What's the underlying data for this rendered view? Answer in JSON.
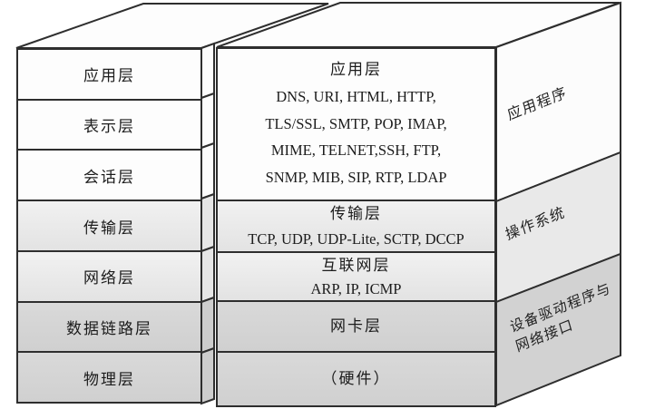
{
  "osi": {
    "layers": [
      "应用层",
      "表示层",
      "会话层",
      "传输层",
      "网络层",
      "数据链路层",
      "物理层"
    ]
  },
  "tcpip": {
    "app_title": "应用层",
    "app_lines": [
      "DNS, URI, HTML, HTTP,",
      "TLS/SSL, SMTP, POP, IMAP,",
      "MIME, TELNET,SSH, FTP,",
      "SNMP, MIB, SIP, RTP, LDAP"
    ],
    "transport_title": "传输层",
    "transport_line": "TCP, UDP, UDP-Lite, SCTP, DCCP",
    "internet_title": "互联网层",
    "internet_line": "ARP, IP, ICMP",
    "nic_title": "网卡层",
    "hardware_title": "（硬件）"
  },
  "side_panel": {
    "labels": [
      "应用程序",
      "操作系统",
      "设备驱动程序与",
      "网络接口"
    ]
  },
  "colors": {
    "line": "#2e2e2e",
    "background": "#ffffff",
    "panel_white": "#fdfdfd",
    "panel_light_gray": "#e9e9e9",
    "panel_mid_gray": "#d2d2d2"
  }
}
